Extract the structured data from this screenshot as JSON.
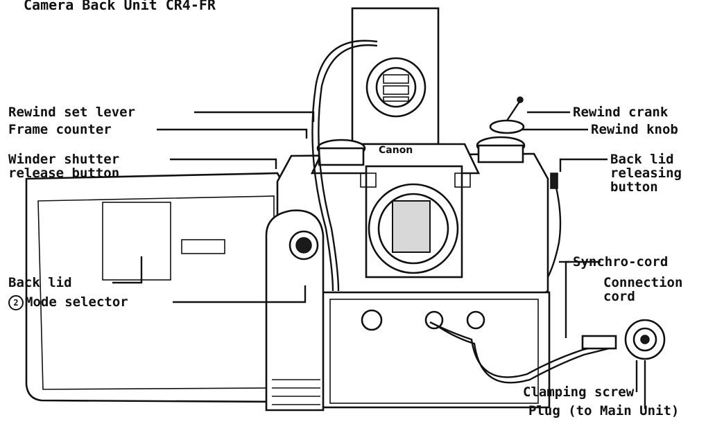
{
  "title": "Camera Back Unit CR4-FR",
  "brand": "Canon",
  "labels": {
    "rewind_set_lever": "Rewind set lever",
    "frame_counter": "Frame counter",
    "winder_shutter_release": "Winder shutter\nrelease button",
    "back_lid": "Back lid",
    "mode_selector_num": "2",
    "mode_selector": "Mode selector",
    "rewind_crank": "Rewind crank",
    "rewind_knob": "Rewind knob",
    "back_lid_releasing": "Back lid\nreleasing\nbutton",
    "synchro_cord": "Synchro-cord",
    "connection_cord": "Connection\ncord",
    "clamping_screw": "Clamping screw",
    "plug": "Plug (to Main Unit)"
  }
}
